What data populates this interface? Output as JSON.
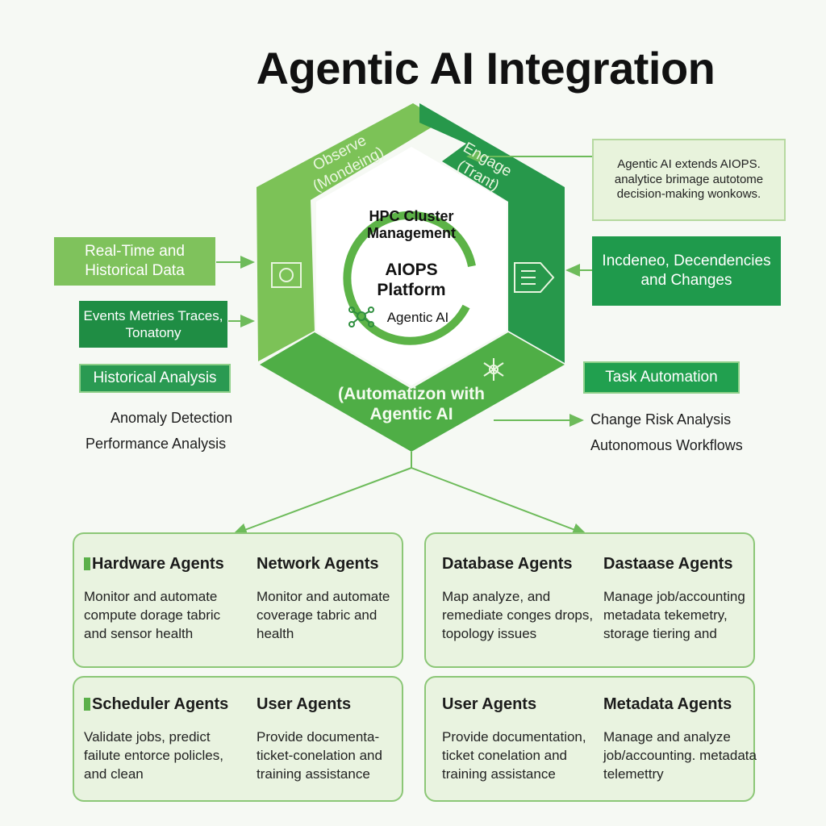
{
  "title": "Agentic AI Integration",
  "center": {
    "top": "HPC Cluster Management",
    "platform": "AIOPS Platform",
    "agentic": "Agentic AI"
  },
  "segments": {
    "observe": "Observe (Mondeing)",
    "engage": "Engage (Trant)",
    "automate": "(Automatizon with Agentic AI"
  },
  "left": {
    "realtime": "Real-Time and Historical Data",
    "events": "Events Metries Traces, Tonatony",
    "historical": "Historical Analysis",
    "anomaly": "Anomaly Detection",
    "performance": "Performance Analysis"
  },
  "right": {
    "note": "Agentic AI extends AIOPS. analytice brimage autotome decision-making wonkows.",
    "incidents": "Incdeneo, Decendencies and Changes",
    "task": "Task Automation",
    "change_risk": "Change Risk Analysis",
    "autonomous": "Autonomous Workflows"
  },
  "agents": {
    "hardware": {
      "name": "Hardware Agents",
      "desc": "Monitor and automate compute dorage tabric and sensor health"
    },
    "network": {
      "name": "Network Agents",
      "desc": "Monitor and automate coverage tabric and health"
    },
    "database": {
      "name": "Database Agents",
      "desc": "Map analyze, and remediate conges drops, topology issues"
    },
    "dastaase": {
      "name": "Dastaase Agents",
      "desc": "Manage job/accounting metadata tekemetry, storage tiering and"
    },
    "scheduler": {
      "name": "Scheduler Agents",
      "desc": "Validate jobs, predict failute entorce policles, and clean"
    },
    "user1": {
      "name": "User Agents",
      "desc": "Provide documenta- ticket-conelation and training assistance"
    },
    "user2": {
      "name": "User Agents",
      "desc": "Provide documentation, ticket conelation and training assistance"
    },
    "metadata": {
      "name": "Metadata Agents",
      "desc": "Manage and analyze job/accounting. metadata telemettry"
    }
  },
  "colors": {
    "light_green": "#7fc25c",
    "mid_green": "#4fae46",
    "dark_green": "#1f8d44",
    "card_bg": "#e9f3e0"
  }
}
